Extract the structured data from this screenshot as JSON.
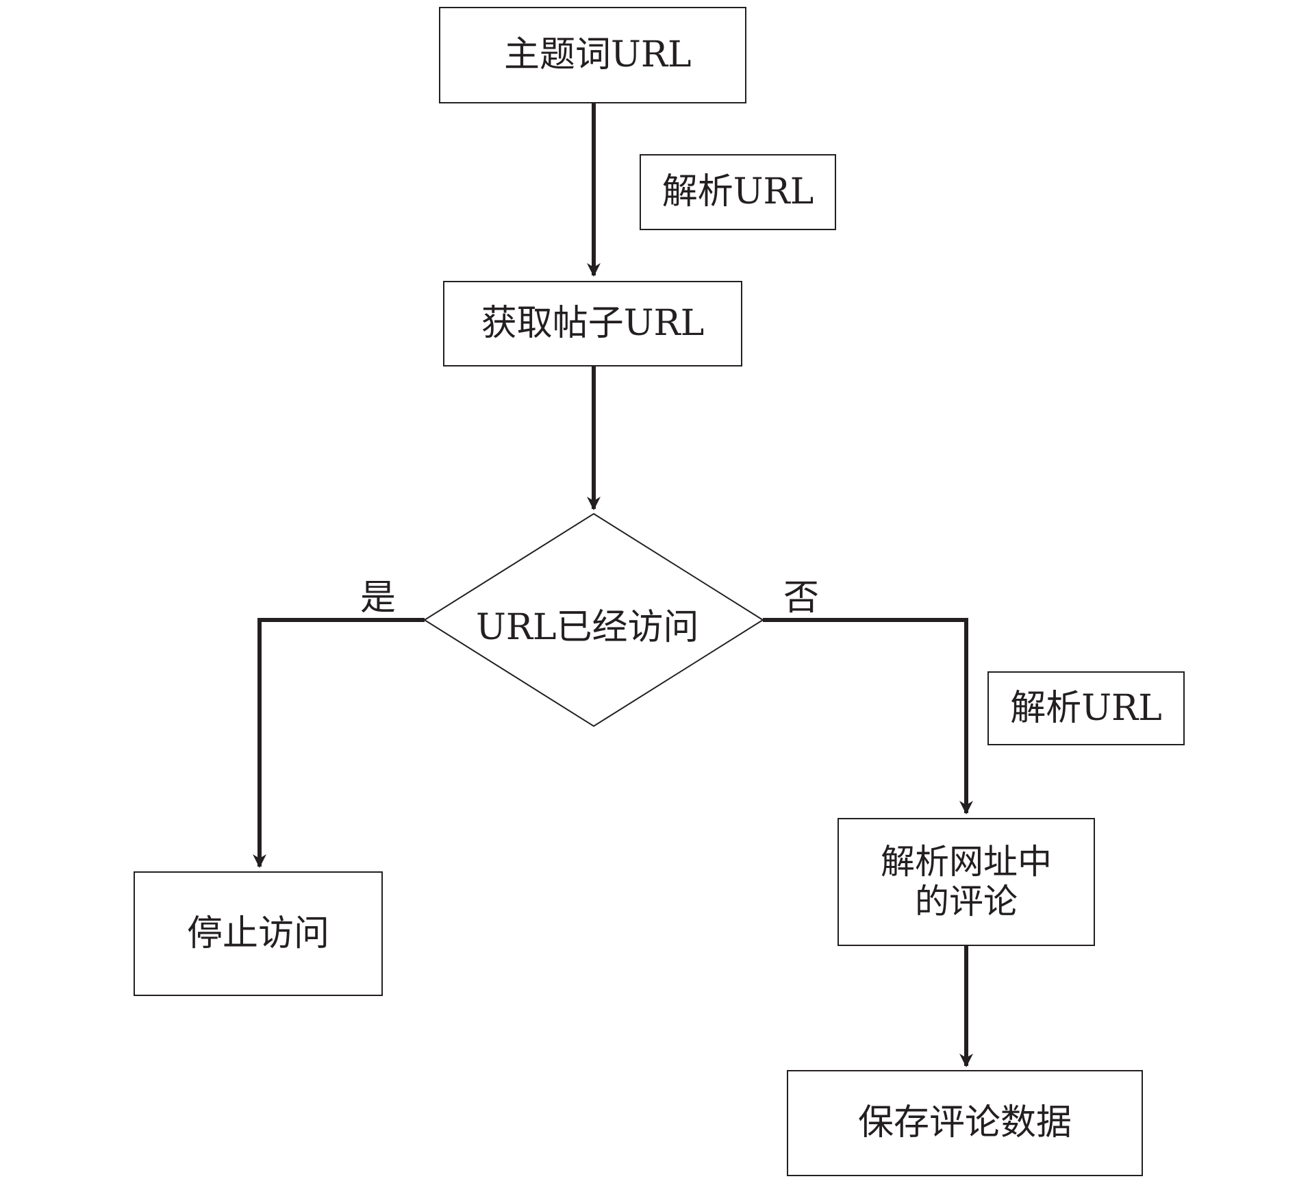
{
  "nodes": {
    "keyword_url": "主题词URL",
    "parse_url_top": "解析URL",
    "get_post_url": "获取帖子URL",
    "decision": "URL已经访问",
    "stop_visit": "停止访问",
    "parse_url_right": "解析URL",
    "parse_comments": "解析网址中\n的评论",
    "save_comments": "保存评论数据"
  },
  "edges": {
    "yes_label": "是",
    "no_label": "否"
  }
}
